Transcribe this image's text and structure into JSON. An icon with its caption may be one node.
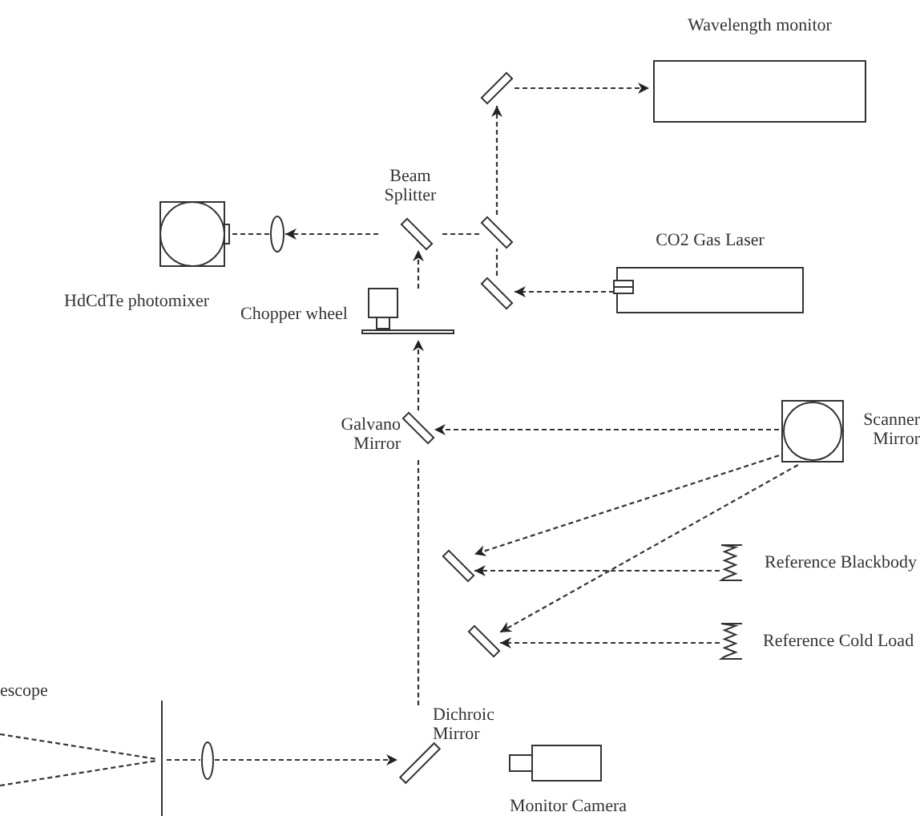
{
  "diagram": {
    "nodes": [
      {
        "text": [
          "Wavelength monitor"
        ]
      },
      {
        "text": [],
        "shape": "bar"
      },
      {
        "text": [
          "HdCdTe photomixer"
        ]
      },
      {
        "text": [],
        "shape": "ellipse"
      },
      {
        "text": [
          "Beam Splitter"
        ]
      },
      {
        "text": [],
        "shape": "bar"
      },
      {
        "text": [],
        "shape": "bar"
      },
      {
        "text": [
          "CO2 Gas Laser"
        ]
      },
      {
        "text": [
          "Chopper wheel"
        ]
      },
      {
        "text": [
          "Galvano Mirror"
        ]
      },
      {
        "text": [
          "Scanner Mirror"
        ]
      },
      {
        "text": [],
        "shape": "bar"
      },
      {
        "text": [
          "Reference Blackbody"
        ]
      },
      {
        "text": [],
        "shape": "bar"
      },
      {
        "text": [
          "Reference Cold Load"
        ]
      },
      {
        "text": [],
        "shape": "line"
      },
      {
        "text": [],
        "shape": "ellipse"
      },
      {
        "text": [
          "Dichroic Mirror"
        ]
      },
      {
        "text": [
          "Monitor Camera"
        ]
      }
    ],
    "edges": [
      {
        "from": 7,
        "to": 6,
        "arrow": "to"
      },
      {
        "from": 6,
        "to": 5,
        "arrow": "none"
      },
      {
        "from": 5,
        "to": 1,
        "arrow": "to"
      },
      {
        "from": 1,
        "to": 0,
        "arrow": "to"
      },
      {
        "from": 5,
        "to": 4,
        "arrow": "none"
      },
      {
        "from": 4,
        "to": 3,
        "arrow": "to"
      },
      {
        "from": 3,
        "to": 2,
        "arrow": "none"
      },
      {
        "from": 10,
        "to": 9,
        "arrow": "to"
      },
      {
        "from": 9,
        "to": 8,
        "arrow": "to"
      },
      {
        "from": 8,
        "to": 4,
        "arrow": "to"
      },
      {
        "from": 10,
        "to": 11,
        "arrow": "to"
      },
      {
        "from": 12,
        "to": 11,
        "arrow": "to"
      },
      {
        "from": 10,
        "to": 13,
        "arrow": "to"
      },
      {
        "from": 14,
        "to": 13,
        "arrow": "to"
      },
      {
        "from": null,
        "to": 15,
        "arrow": "none"
      },
      {
        "from": null,
        "to": 15,
        "arrow": "none"
      },
      {
        "from": 15,
        "to": 16,
        "arrow": "none"
      },
      {
        "from": 16,
        "to": 17,
        "arrow": "to"
      },
      {
        "from": 17,
        "to": 9,
        "arrow": "none"
      }
    ],
    "labels": [
      "escope"
    ]
  }
}
